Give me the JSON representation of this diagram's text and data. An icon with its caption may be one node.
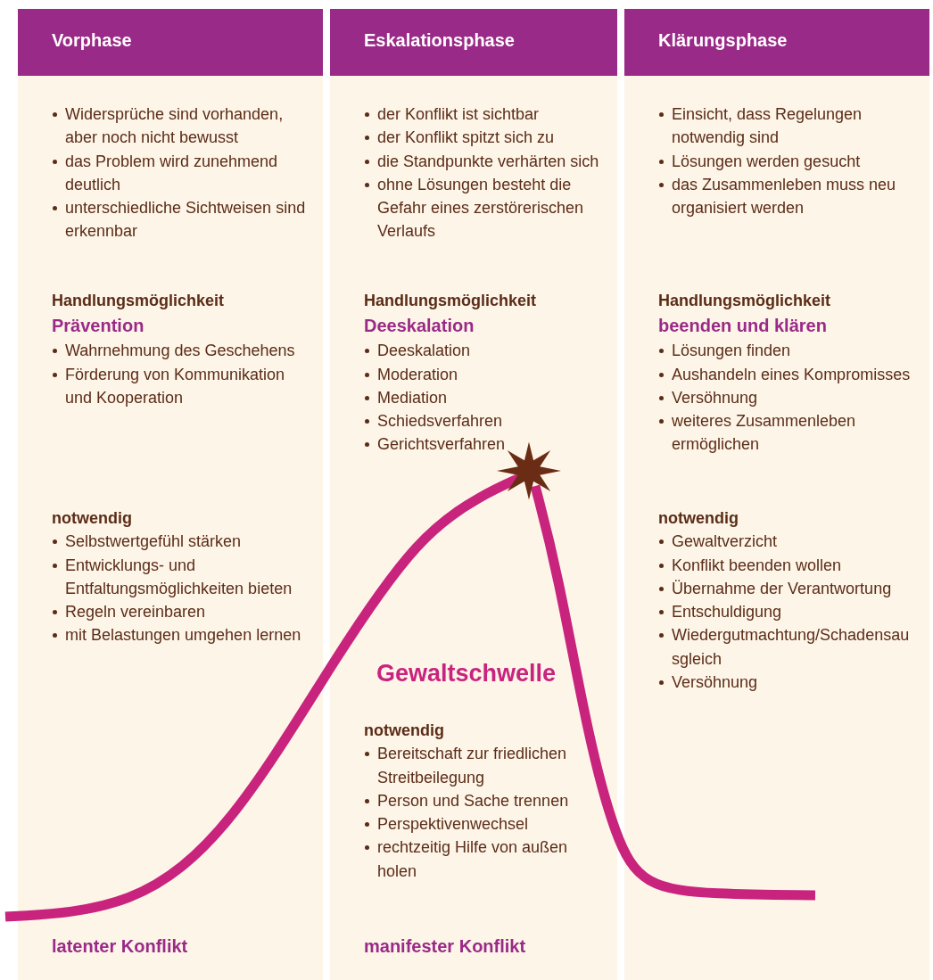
{
  "diagram": {
    "nodes": [
      {
        "text": [
          "Vorphase",
          "Widersprüche sind vorhanden, aber noch nicht bewusst",
          "das Problem wird zunehmend deutlich",
          "unterschiedliche Sichtweisen sind erkennbar",
          "Handlungsmöglichkeit",
          "Prävention",
          "Wahrnehmung des Geschehens",
          "Förderung von Kommunikation und Kooperation",
          "notwendig",
          "Selbstwertgefühl stärken",
          "Entwicklungs- und Entfaltungsmöglichkeiten bieten",
          "Regeln vereinbaren",
          "mit Belastungen umgehen lernen",
          "latenter Konflikt"
        ]
      },
      {
        "text": [
          "Eskalationsphase",
          "der Konflikt ist sichtbar",
          "der Konflikt spitzt sich zu",
          "die Standpunkte verhärten sich",
          "ohne Lösungen besteht die Gefahr eines zerstörerischen Verlaufs",
          "Handlungsmöglichkeit",
          "Deeskalation",
          "Deeskalation",
          "Moderation",
          "Mediation",
          "Schiedsverfahren",
          "Gerichtsverfahren",
          "notwendig",
          "Bereitschaft zur friedlichen Streitbeilegung",
          "Person und Sache trennen",
          "Perspektivenwechsel",
          "rechtzeitig Hilfe von außen holen",
          "manifester Konflikt"
        ]
      },
      {
        "text": [
          "Klärungsphase",
          "Einsicht, dass Regelungen notwendig sind",
          "Lösungen werden gesucht",
          "das Zusammenleben muss neu organisiert werden",
          "Handlungsmöglichkeit",
          "beenden und klären",
          "Lösungen finden",
          "Aushandeln eines Kompromisses",
          "Versöhnung",
          "weiteres Zusammenleben ermöglichen",
          "notwendig",
          "Gewaltverzicht",
          "Konflikt beenden wollen",
          "Übernahme der Verantwortung",
          "Entschuldigung",
          "Wiedergutmachtung/Schadensausgleich",
          "Versöhnung"
        ]
      }
    ],
    "labels": [
      "Gewaltschwelle"
    ]
  }
}
